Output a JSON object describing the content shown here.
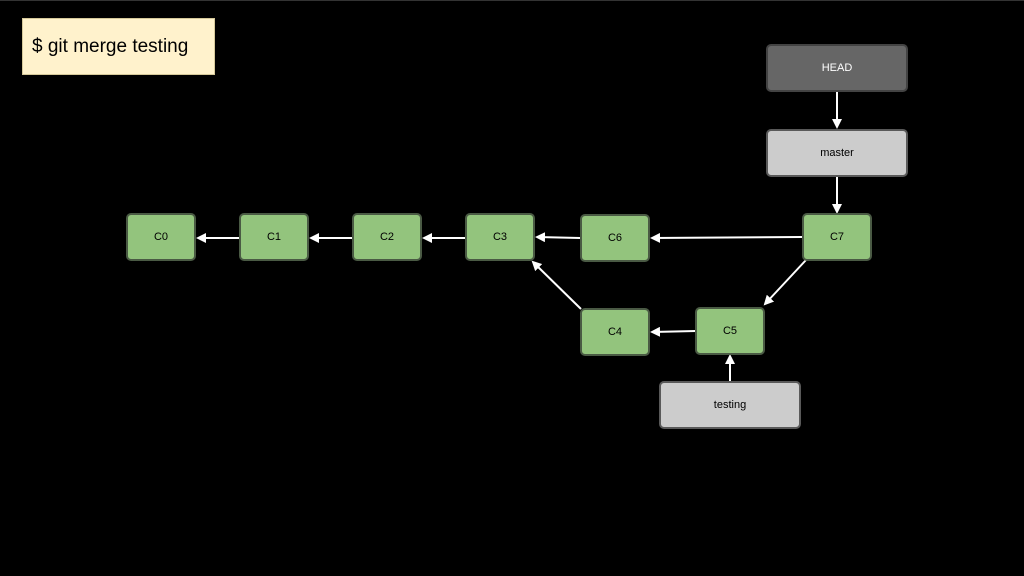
{
  "command": "$ git merge testing",
  "refs": {
    "head": "HEAD",
    "master": "master",
    "testing": "testing"
  },
  "commits": {
    "c0": "C0",
    "c1": "C1",
    "c2": "C2",
    "c3": "C3",
    "c4": "C4",
    "c5": "C5",
    "c6": "C6",
    "c7": "C7"
  },
  "colors": {
    "background": "#000000",
    "commit_fill": "#93c47d",
    "branch_fill": "#cccccc",
    "head_fill": "#666666",
    "command_fill": "#fff2cc",
    "arrow": "#ffffff"
  }
}
